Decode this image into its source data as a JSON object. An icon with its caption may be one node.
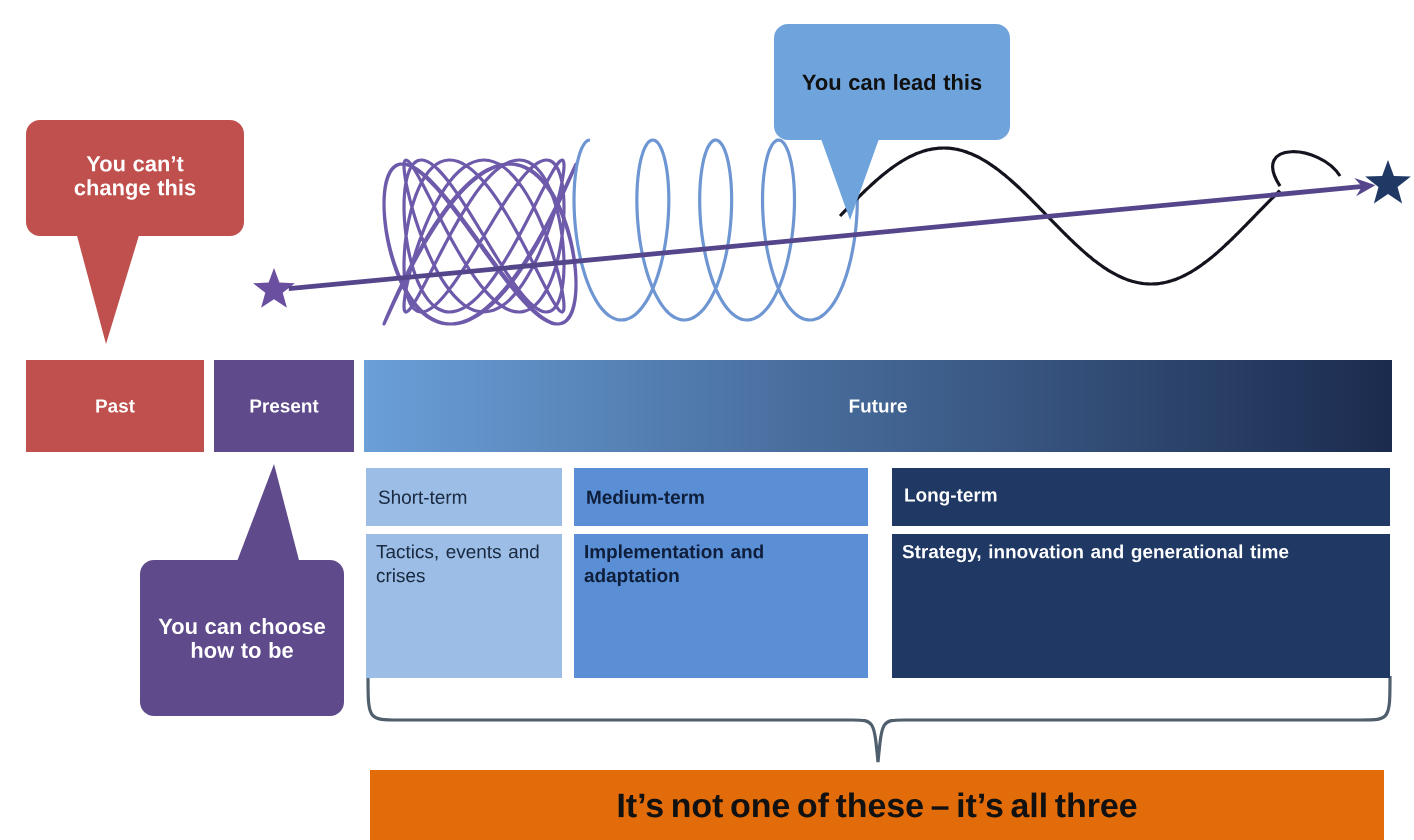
{
  "diagram": {
    "nodes": [
      {
        "text": [
          "You can’t change this"
        ]
      },
      {
        "text": [
          "You can lead this"
        ]
      },
      {
        "text": [],
        "shape": "star"
      },
      {
        "text": [],
        "shape": "star"
      },
      {
        "text": [
          "Past"
        ]
      },
      {
        "text": [
          "Present"
        ]
      },
      {
        "text": [
          "Future"
        ]
      },
      {
        "text": [
          "Short-term"
        ]
      },
      {
        "text": [
          "Tactics, events and crises"
        ]
      },
      {
        "text": [
          "Medium-term"
        ]
      },
      {
        "text": [
          "Implementation and adaptation"
        ]
      },
      {
        "text": [
          "Long-term"
        ]
      },
      {
        "text": [
          "Strategy, innovation and generational time"
        ]
      },
      {
        "text": [
          "You can choose how to be"
        ]
      },
      {
        "text": [
          "It’s not one of these – it’s all three"
        ]
      }
    ],
    "edges": [
      {
        "from": 2,
        "to": 3,
        "arrow": "to"
      }
    ]
  }
}
